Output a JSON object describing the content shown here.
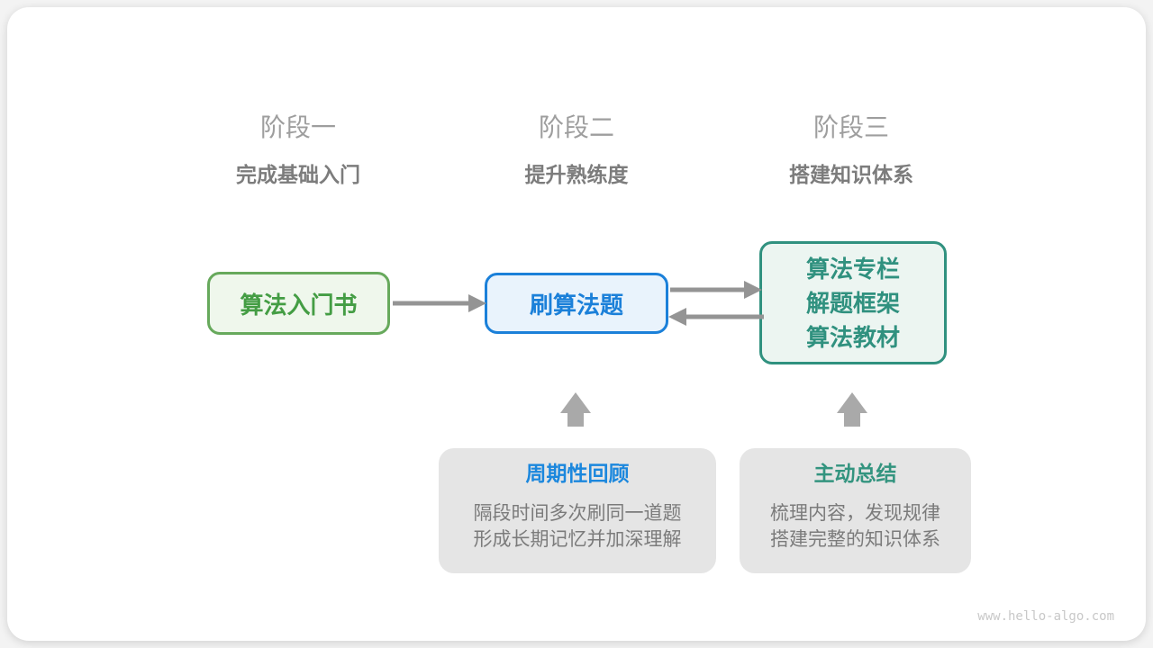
{
  "colors": {
    "green-text": "#449d44",
    "green-border": "#67a95c",
    "green-fill": "#eff7ec",
    "blue-text": "#1b80d9",
    "blue-border": "#1b80d9",
    "blue-fill": "#e9f3fc",
    "teal-text": "#30917f",
    "teal-border": "#30917f",
    "teal-fill": "#ecf5f1",
    "note-fill": "#e5e5e5",
    "note-body": "#7b7b7b",
    "note-title-blue": "#1b87dd",
    "note-title-teal": "#33947f",
    "stage-label": "#9e9e9e",
    "stage-subtitle": "#7c7c7c",
    "arrow": "#949494",
    "block-arrow": "#a9a9a9",
    "watermark": "#c8c8c8"
  },
  "stages": [
    {
      "label": "阶段一",
      "subtitle": "完成基础入门"
    },
    {
      "label": "阶段二",
      "subtitle": "提升熟练度"
    },
    {
      "label": "阶段三",
      "subtitle": "搭建知识体系"
    }
  ],
  "nodes": {
    "intro_book": {
      "label": "算法入门书"
    },
    "practice": {
      "label": "刷算法题"
    },
    "knowledge": {
      "lines": [
        "算法专栏",
        "解题框架",
        "算法教材"
      ]
    }
  },
  "notes": {
    "periodic_review": {
      "title": "周期性回顾",
      "lines": [
        "隔段时间多次刷同一道题",
        "形成长期记忆并加深理解"
      ]
    },
    "active_summary": {
      "title": "主动总结",
      "lines": [
        "梳理内容，发现规律",
        "搭建完整的知识体系"
      ]
    }
  },
  "footer": {
    "watermark": "www.hello-algo.com"
  }
}
